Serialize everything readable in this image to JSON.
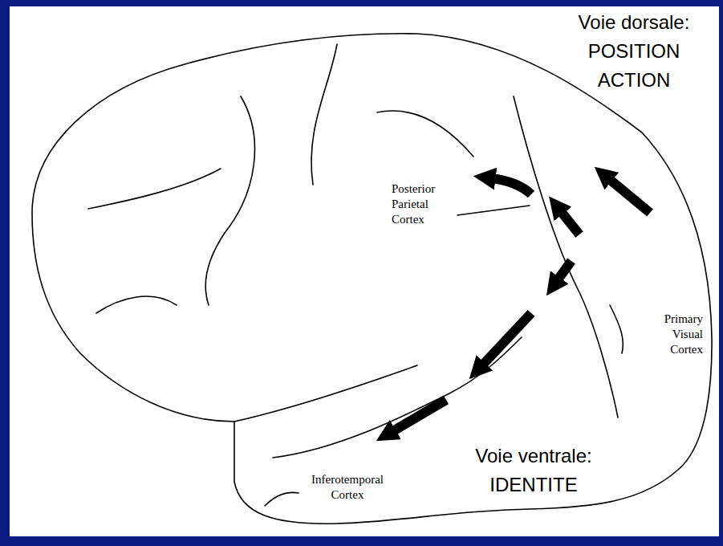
{
  "diagram": {
    "labels": [
      "Voie dorsale: POSITION ACTION",
      "Posterior Parietal Cortex",
      "Primary Visual Cortex",
      "Voie ventrale: IDENTITE",
      "Inferotemporal Cortex"
    ]
  }
}
